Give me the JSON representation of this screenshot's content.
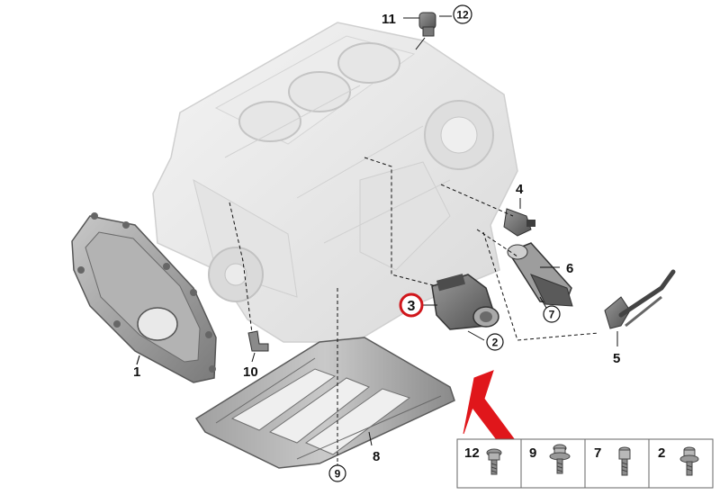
{
  "callouts": {
    "c1": "1",
    "c2": "2",
    "c3": "3",
    "c4": "4",
    "c5": "5",
    "c6": "6",
    "c7": "7",
    "c8": "8",
    "c9": "9",
    "c10": "10",
    "c11": "11",
    "c12": "12"
  },
  "highlight": {
    "part": "3",
    "color": "#d0161b"
  },
  "arrow_color": "#e0161b",
  "hardware_legend": [
    {
      "num": "12"
    },
    {
      "num": "9"
    },
    {
      "num": "7"
    },
    {
      "num": "2"
    }
  ]
}
